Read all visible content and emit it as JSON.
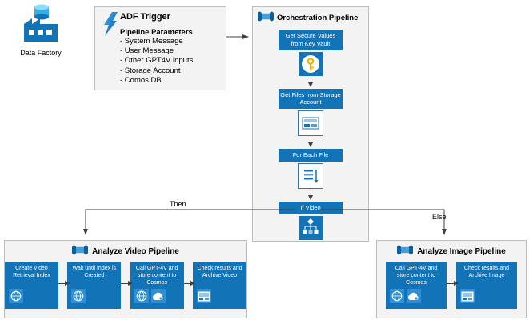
{
  "data_factory": {
    "label": "Data Factory",
    "icon": "data-factory-icon"
  },
  "adf_trigger": {
    "title": "ADF Trigger",
    "icon": "lightning-trigger-icon",
    "params_title": "Pipeline Parameters",
    "params": [
      "- System Message",
      "- User Message",
      "- Other GPT4V inputs",
      "- Storage Account",
      "- Comos DB"
    ]
  },
  "orchestration": {
    "title": "Orchestration Pipeline",
    "icon": "pipeline-icon",
    "steps": [
      {
        "label": "Get Secure Values from Key Vault",
        "icon": "key-vault-icon"
      },
      {
        "label": "Get Files from Storage Account",
        "icon": "storage-icon"
      },
      {
        "label": "For Each File",
        "icon": "foreach-icon"
      },
      {
        "label": "If Video",
        "icon": "if-condition-icon"
      }
    ]
  },
  "branches": {
    "then_label": "Then",
    "else_label": "Else"
  },
  "video_pipeline": {
    "title": "Analyze Video Pipeline",
    "icon": "pipeline-icon",
    "steps": [
      {
        "label": "Create Video Retrieval Index",
        "icons": [
          "video-index-icon"
        ]
      },
      {
        "label": "Wait until Index is Created",
        "icons": [
          "video-index-icon"
        ]
      },
      {
        "label": "Call GPT-4V and store content to Cosmos",
        "icons": [
          "video-index-icon",
          "ai-cloud-icon"
        ]
      },
      {
        "label": "Check results and Archive Video",
        "icons": [
          "archive-icon"
        ]
      }
    ]
  },
  "image_pipeline": {
    "title": "Analyze Image Pipeline",
    "icon": "pipeline-icon",
    "steps": [
      {
        "label": "Call GPT-4V and store content to Cosmos",
        "icons": [
          "video-index-icon",
          "ai-cloud-icon"
        ]
      },
      {
        "label": "Check results and Archive Image",
        "icons": [
          "archive-icon"
        ]
      }
    ]
  },
  "colors": {
    "step_blue": "#1273B7",
    "tile_blue": "#2F8FD6",
    "box_gray": "#F3F3F3",
    "box_border": "#BDBDBD",
    "arrow": "#404040",
    "key_yellow": "#F2B200"
  }
}
